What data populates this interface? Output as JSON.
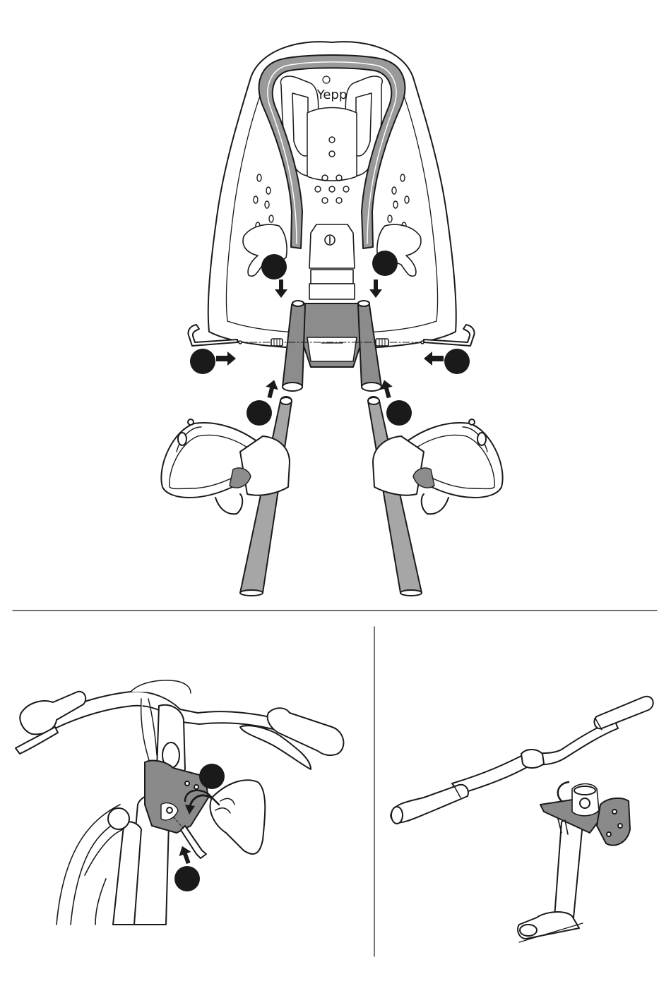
{
  "logo": {
    "text": "Yepp"
  },
  "colors": {
    "stroke": "#1a1a1a",
    "shell_fill": "#ffffff",
    "bar_fill": "#9a9a9a",
    "mount_fill": "#8c8c8c",
    "tube_fill": "#a6a6a6",
    "bracket_fill": "#8a8a8a",
    "badge_fill": "#1a1a1a"
  },
  "icons": {
    "arrow": "arrow-icon",
    "allen_key": "allen-key-icon",
    "badge": "step-badge-icon"
  },
  "panels": [
    "seat-assembly",
    "handlebar-mount-install",
    "handlebar-mount-installed"
  ]
}
